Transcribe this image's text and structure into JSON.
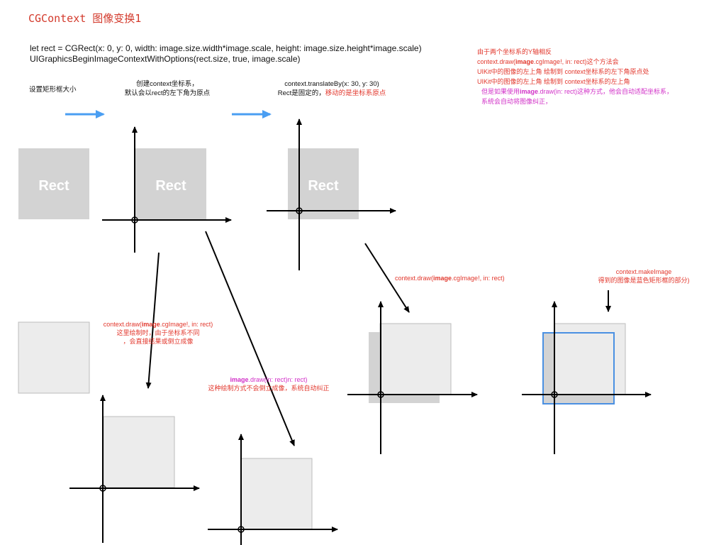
{
  "title": "CGContext 图像变换1",
  "code": {
    "line1": "let rect = CGRect(x: 0, y: 0, width: image.size.width*image.scale, height: image.size.height*image.scale)",
    "line2": "UIGraphicsBeginImageContextWithOptions(rect.size, true, image.scale)"
  },
  "steps": {
    "s1": "设置矩形框大小",
    "s2_l1": "创建context坐标系，",
    "s2_l2": "默认会以rect的左下角为原点",
    "s3_l1": "context.translateBy(x: 30, y: 30)",
    "s3_l2a": "Rect是固定的，",
    "s3_l2b": "移动的是坐标系原点"
  },
  "rect_label": "Rect",
  "explain": {
    "l1": "由于两个坐标系的Y轴相反",
    "l2_a": "context.draw(",
    "l2_b": "image",
    "l2_c": ".cgImage!, in: rect)这个方法会",
    "l3": "UIKit中的图像的左上角 绘制到 context坐标系的左下角原点处",
    "l4": "UIKit中的图像的左上角 绘制到 context坐标系的左上角",
    "l5_a": "但是如果使用",
    "l5_b": "image",
    "l5_c": ".draw(in: rect)这种方式，他会自动适配坐标系，",
    "l6": "系统会自动将图像纠正，"
  },
  "label_draw_left": {
    "l1_a": "context.draw(",
    "l1_b": "image",
    "l1_c": ".cgImage!, in: rect)",
    "l2": "这里绘制时，由于坐标系不同",
    "l3": "，会直接结果或倒立成像"
  },
  "label_uikit": {
    "l1_a": "image",
    "l1_b": ".draw(in: rect)n: rect)",
    "l2": "这种绘制方式不会倒立成像，系统自动纠正"
  },
  "label_draw_right": {
    "a": "context.draw(",
    "b": "image",
    "c": ".cgImage!, in: rect)"
  },
  "label_make": {
    "l1": "context.makeImage",
    "l2": "得到的图像是蓝色矩形框的部分)"
  },
  "colors": {
    "rect_gray": "#d3d3d3",
    "arrow_blue": "#4a9ef2",
    "selection_blue": "#4a90e2",
    "text_red": "#e2372c",
    "text_magenta": "#d12fc7"
  }
}
